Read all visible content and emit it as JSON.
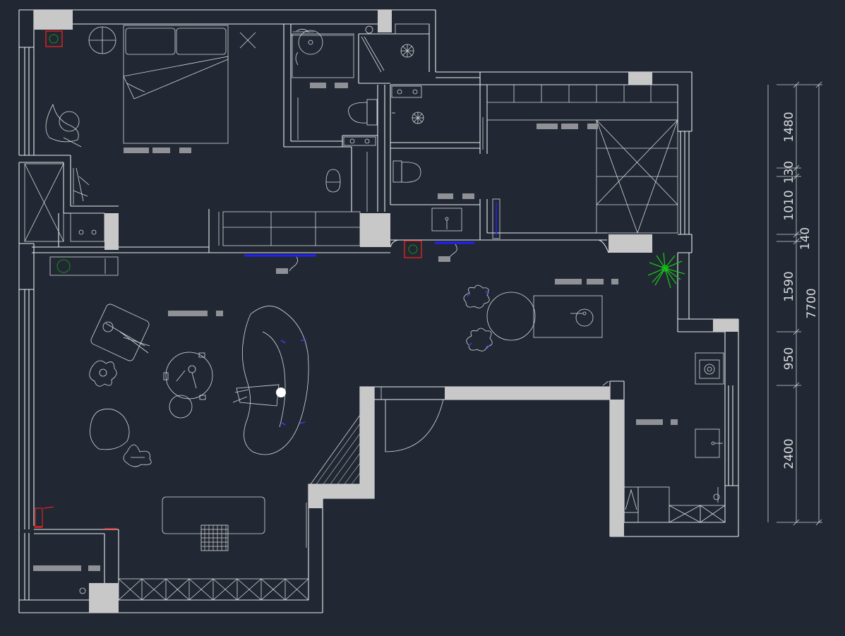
{
  "drawing": {
    "background": "#222833",
    "line_color": "#e9ecef",
    "block_color": "#c8c8c8",
    "accent_red": "#ff2020",
    "accent_blue": "#2020ff",
    "plant_color": "#18c018"
  },
  "dimensions": {
    "segments": [
      "1480",
      "130",
      "1010",
      "140",
      "1590",
      "950",
      "2400"
    ],
    "total": "7700"
  },
  "icons": [
    "bed-icon",
    "toilet-icon",
    "sofa-icon",
    "plant-icon",
    "stove-icon",
    "sink-icon",
    "door-swing-icon",
    "floor-drain-icon",
    "smoke-detector-icon"
  ]
}
